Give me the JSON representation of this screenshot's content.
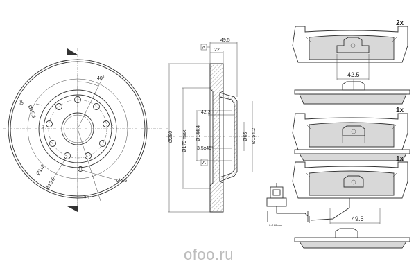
{
  "disc_front": {
    "angle_top": "40°",
    "angle_bottom": "20°",
    "hole_dia": "15.3",
    "dia_13": "13.5",
    "dia_112": "112",
    "dia_65": "6.5",
    "hole_mark": "90"
  },
  "disc_side": {
    "width_total": "49.5",
    "width_inner": "22",
    "datum_label": "A",
    "dia_280": "280",
    "dia_179": "179 max.",
    "dia_144": "144.4",
    "dia_65": "65",
    "dia_1542": "154.2",
    "dim_423": "42.3",
    "chamfer": "3.5x45°"
  },
  "pads": {
    "pad1_qty": "2x",
    "pad1_dim": "42.5",
    "pad2_qty": "1x",
    "pad3_qty": "1x",
    "pad3_dim": "49.5",
    "sensor_note": "L=168 mm"
  },
  "watermark": "ofoo.ru"
}
